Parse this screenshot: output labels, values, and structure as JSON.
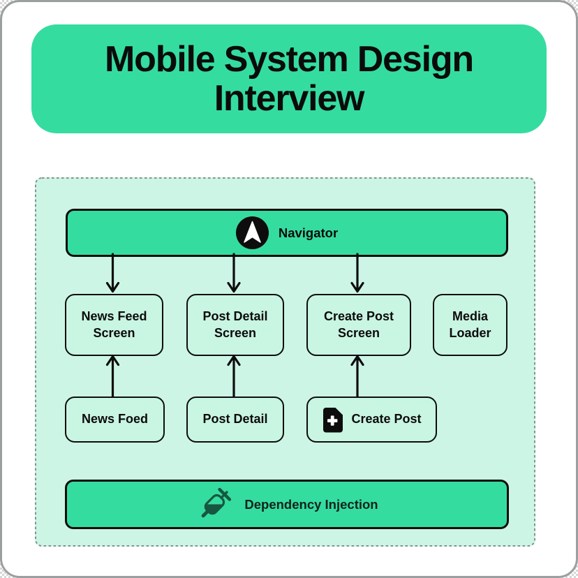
{
  "title": {
    "text": "Mobile System Design Interview"
  },
  "diagram": {
    "navigator": {
      "label": "Navigator",
      "icon": "navigation-icon"
    },
    "screens": [
      {
        "label": "News Feed Screen"
      },
      {
        "label": "Post Detail Screen"
      },
      {
        "label": "Create Post Screen"
      },
      {
        "label": "Media Loader"
      }
    ],
    "sources": [
      {
        "label": "News Foed"
      },
      {
        "label": "Post Detail"
      },
      {
        "label": "Create Post",
        "icon": "note-add-icon"
      }
    ],
    "dependency_injection": {
      "label": "Dependency Injection",
      "icon": "syringe-icon"
    }
  },
  "colors": {
    "accent_green": "#35DCA0",
    "panel_mint": "#CDF5E6",
    "node_mint": "#C9F5E3",
    "outline_black": "#0d0d0d",
    "dashed_border": "#85928c",
    "card_border": "#9b9fa0",
    "syringe_green": "#175741"
  }
}
